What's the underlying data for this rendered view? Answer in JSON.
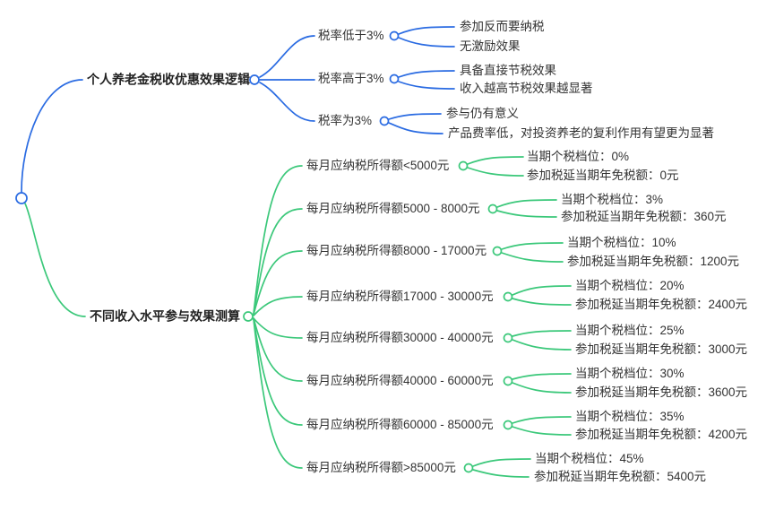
{
  "palette": {
    "branch1_color": "#2a6be2",
    "branch2_color": "#3bc87a",
    "text_color": "#333333",
    "background": "#ffffff"
  },
  "branch1": {
    "label": "个人养老金税收优惠效果逻辑",
    "children": [
      {
        "label": "税率低于3%",
        "leaves": [
          "参加反而要纳税",
          "无激励效果"
        ]
      },
      {
        "label": "税率高于3%",
        "leaves": [
          "具备直接节税效果",
          "收入越高节税效果越显著"
        ]
      },
      {
        "label": "税率为3%",
        "leaves": [
          "参与仍有意义",
          "产品费率低，对投资养老的复利作用有望更为显著"
        ]
      }
    ]
  },
  "branch2": {
    "label": "不同收入水平参与效果测算",
    "children": [
      {
        "label": "每月应纳税所得额<5000元",
        "leaves": [
          "当期个税档位：0%",
          "参加税延当期年免税额：0元"
        ]
      },
      {
        "label": "每月应纳税所得额5000 - 8000元",
        "leaves": [
          "当期个税档位：3%",
          "参加税延当期年免税额：360元"
        ]
      },
      {
        "label": "每月应纳税所得额8000 - 17000元",
        "leaves": [
          "当期个税档位：10%",
          "参加税延当期年免税额：1200元"
        ]
      },
      {
        "label": "每月应纳税所得额17000 - 30000元",
        "leaves": [
          "当期个税档位：20%",
          "参加税延当期年免税额：2400元"
        ]
      },
      {
        "label": "每月应纳税所得额30000 - 40000元",
        "leaves": [
          "当期个税档位：25%",
          "参加税延当期年免税额：3000元"
        ]
      },
      {
        "label": "每月应纳税所得额40000 - 60000元",
        "leaves": [
          "当期个税档位：30%",
          "参加税延当期年免税额：3600元"
        ]
      },
      {
        "label": "每月应纳税所得额60000 - 85000元",
        "leaves": [
          "当期个税档位：35%",
          "参加税延当期年免税额：4200元"
        ]
      },
      {
        "label": "每月应纳税所得额>85000元",
        "leaves": [
          "当期个税档位：45%",
          "参加税延当期年免税额：5400元"
        ]
      }
    ]
  }
}
